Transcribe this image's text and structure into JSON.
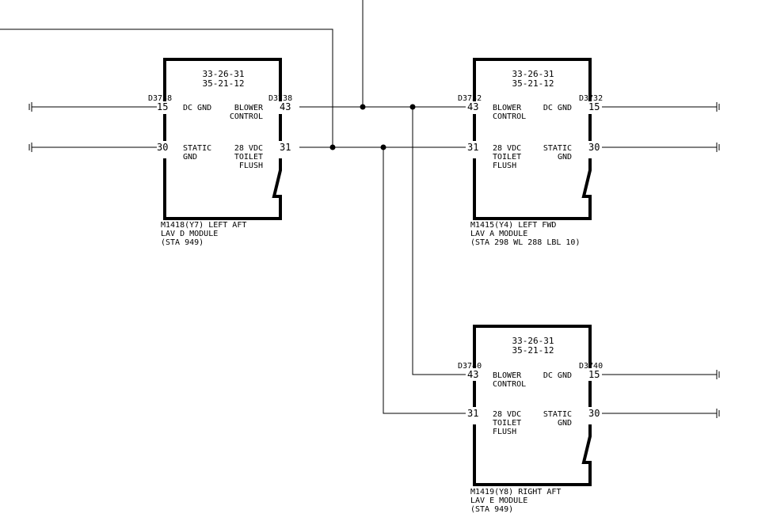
{
  "modules": [
    {
      "refs": [
        "33-26-31",
        "35-21-12"
      ],
      "left_connector": "D3738",
      "right_connector": "D3738",
      "left_pins": [
        {
          "pin": "15",
          "label": [
            "DC GND"
          ]
        },
        {
          "pin": "30",
          "label": [
            "STATIC",
            "GND"
          ]
        }
      ],
      "right_pins": [
        {
          "pin": "43",
          "label": [
            "BLOWER",
            "CONTROL"
          ]
        },
        {
          "pin": "31",
          "label": [
            "28 VDC",
            "TOILET",
            "FLUSH"
          ]
        }
      ],
      "caption": [
        "M1418(Y7) LEFT AFT",
        "LAV D MODULE",
        "(STA 949)"
      ]
    },
    {
      "refs": [
        "33-26-31",
        "35-21-12"
      ],
      "left_connector": "D3732",
      "right_connector": "D3732",
      "left_pins": [
        {
          "pin": "43",
          "label": [
            "BLOWER",
            "CONTROL"
          ]
        },
        {
          "pin": "31",
          "label": [
            "28 VDC",
            "TOILET",
            "FLUSH"
          ]
        }
      ],
      "right_pins": [
        {
          "pin": "15",
          "label": [
            "DC GND"
          ]
        },
        {
          "pin": "30",
          "label": [
            "STATIC",
            "GND"
          ]
        }
      ],
      "caption": [
        "M1415(Y4) LEFT FWD",
        "LAV A MODULE",
        "(STA 298 WL 288 LBL 10)"
      ]
    },
    {
      "refs": [
        "33-26-31",
        "35-21-12"
      ],
      "left_connector": "D3740",
      "right_connector": "D3740",
      "left_pins": [
        {
          "pin": "43",
          "label": [
            "BLOWER",
            "CONTROL"
          ]
        },
        {
          "pin": "31",
          "label": [
            "28 VDC",
            "TOILET",
            "FLUSH"
          ]
        }
      ],
      "right_pins": [
        {
          "pin": "15",
          "label": [
            "DC GND"
          ]
        },
        {
          "pin": "30",
          "label": [
            "STATIC",
            "GND"
          ]
        }
      ],
      "caption": [
        "M1419(Y8) RIGHT AFT",
        "LAV E MODULE",
        "(STA 949)"
      ]
    }
  ]
}
